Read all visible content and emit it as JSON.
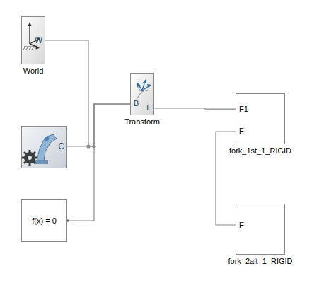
{
  "diagram": {
    "nodes": [
      {
        "text": [
          "W",
          "World"
        ]
      },
      {
        "text": [
          "B",
          "F",
          "Transform"
        ]
      },
      {
        "text": [
          "F1",
          "F",
          "fork_1st_1_RIGID"
        ]
      },
      {
        "text": [
          "C"
        ]
      },
      {
        "text": [
          "f(x) = 0"
        ]
      },
      {
        "text": [
          "F",
          "fork_2alt_1_RIGID"
        ]
      }
    ],
    "edges": [
      {
        "from": 0,
        "to": 1,
        "arrow": "none"
      },
      {
        "from": 3,
        "to": 1,
        "arrow": "none"
      },
      {
        "from": 4,
        "to": 1,
        "arrow": "none"
      },
      {
        "from": 1,
        "to": 2,
        "arrow": "none"
      },
      {
        "from": 2,
        "to": 5,
        "arrow": "none"
      }
    ]
  }
}
